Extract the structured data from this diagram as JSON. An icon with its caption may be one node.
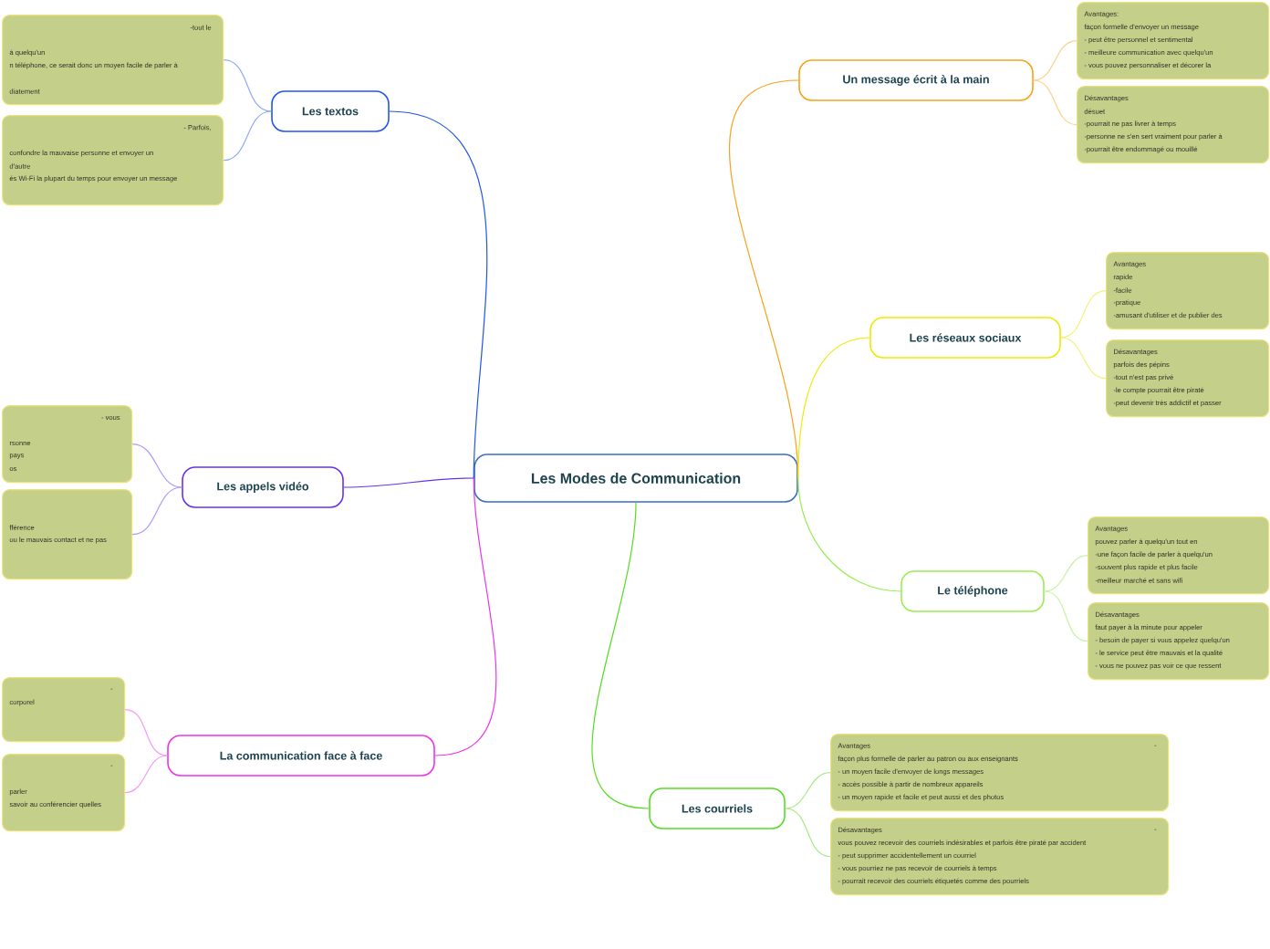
{
  "diagram": {
    "nodes": [
      {
        "text": [
          "Les Modes de Communication"
        ]
      },
      {
        "text": [
          "Un message écrit à la main"
        ]
      },
      {
        "text": [
          "Avantages:",
          "façon formelle d'envoyer un message",
          "- peut être personnel et sentimental",
          "- meilleure communication avec quelqu'un",
          "- vous pouvez personnaliser et décorer la"
        ]
      },
      {
        "text": [
          "Désavantages",
          "désuet",
          "-pourrait ne pas livrer à temps",
          "-personne ne s'en sert vraiment pour parler à",
          "-pourrait être endommagé ou mouillé"
        ]
      },
      {
        "text": [
          "Les réseaux sociaux"
        ]
      },
      {
        "text": [
          "Avantages",
          "rapide",
          "-facile",
          "-pratique",
          "-amusant d'utiliser et de publier des"
        ]
      },
      {
        "text": [
          "Désavantages",
          "parfois des pépins",
          "-tout n'est pas privé",
          "-le compte pourrait être piraté",
          "-peut devenir très addictif et passer"
        ]
      },
      {
        "text": [
          "Le téléphone"
        ]
      },
      {
        "text": [
          "Avantages",
          "pouvez parler à quelqu'un tout en",
          "-une façon facile de parler à quelqu'un",
          "-souvent plus rapide et plus facile",
          "-meilleur marché et sans wifi"
        ]
      },
      {
        "text": [
          "Désavantages",
          "faut payer à la minute pour appeler",
          "- besoin de payer si vous appelez quelqu'un",
          "- le service peut être mauvais et la qualité",
          "- vous ne pouvez pas voir ce que ressent"
        ]
      },
      {
        "text": [
          "Les courriels"
        ]
      },
      {
        "text": [
          "Avantages",
          "-",
          "façon plus formelle de parler au patron ou aux enseignants",
          "- un moyen facile d'envoyer de longs messages",
          "- accès possible à partir de nombreux appareils",
          "- un moyen rapide et facile et peut aussi et des photos"
        ]
      },
      {
        "text": [
          "Désavantages",
          "-",
          "vous pouvez recevoir des courriels indésirables et parfois être piraté par accident",
          "- peut supprimer accidentellement un courriel",
          "- vous pourriez ne pas recevoir de courriels à temps",
          "- pourrait recevoir des courriels étiquetés comme des pourriels"
        ]
      },
      {
        "text": [
          "La communication face à face"
        ]
      },
      {
        "text": [
          "-",
          "corporel"
        ]
      },
      {
        "text": [
          "-",
          "parler",
          "savoir au conférencier quelles"
        ]
      },
      {
        "text": [
          "Les appels vidéo"
        ]
      },
      {
        "text": [
          "- vous",
          "rsonne",
          "pays",
          "os"
        ]
      },
      {
        "text": [
          "fférence",
          "ou le mauvais contact et ne pas"
        ]
      },
      {
        "text": [
          "Les textos"
        ]
      },
      {
        "text": [
          "-tout le",
          "à quelqu'un",
          "n téléphone, ce serait donc un moyen facile de parler à",
          "diatement"
        ]
      },
      {
        "text": [
          "- Parfois,",
          "confondre la mauvaise personne et envoyer un",
          "d'autre",
          "és Wi-Fi la plupart du temps pour envoyer un message"
        ]
      }
    ],
    "edges": [
      {
        "from": 0,
        "to": 1,
        "arrow": "none",
        "color": "#f7a21b"
      },
      {
        "from": 1,
        "to": 2,
        "arrow": "none",
        "color": "#fcd08a"
      },
      {
        "from": 1,
        "to": 3,
        "arrow": "none",
        "color": "#fcd08a"
      },
      {
        "from": 0,
        "to": 4,
        "arrow": "none",
        "color": "#eeea00"
      },
      {
        "from": 4,
        "to": 5,
        "arrow": "none",
        "color": "#f3f27a"
      },
      {
        "from": 4,
        "to": 6,
        "arrow": "none",
        "color": "#f3f27a"
      },
      {
        "from": 0,
        "to": 7,
        "arrow": "none",
        "color": "#99ee55"
      },
      {
        "from": 7,
        "to": 8,
        "arrow": "none",
        "color": "#c6f3a2"
      },
      {
        "from": 7,
        "to": 9,
        "arrow": "none",
        "color": "#c6f3a2"
      },
      {
        "from": 0,
        "to": 10,
        "arrow": "none",
        "color": "#55dd22"
      },
      {
        "from": 10,
        "to": 11,
        "arrow": "none",
        "color": "#a8ea88"
      },
      {
        "from": 10,
        "to": 12,
        "arrow": "none",
        "color": "#a8ea88"
      },
      {
        "from": 0,
        "to": 13,
        "arrow": "none",
        "color": "#ee33ee"
      },
      {
        "from": 13,
        "to": 14,
        "arrow": "none",
        "color": "#f59af5"
      },
      {
        "from": 13,
        "to": 15,
        "arrow": "none",
        "color": "#f59af5"
      },
      {
        "from": 0,
        "to": 16,
        "arrow": "none",
        "color": "#6633ee"
      },
      {
        "from": 16,
        "to": 17,
        "arrow": "none",
        "color": "#b39af5"
      },
      {
        "from": 16,
        "to": 18,
        "arrow": "none",
        "color": "#b39af5"
      },
      {
        "from": 0,
        "to": 19,
        "arrow": "none",
        "color": "#2255ee"
      },
      {
        "from": 19,
        "to": 20,
        "arrow": "none",
        "color": "#90aaf5"
      },
      {
        "from": 19,
        "to": 21,
        "arrow": "none",
        "color": "#90aaf5"
      }
    ]
  }
}
